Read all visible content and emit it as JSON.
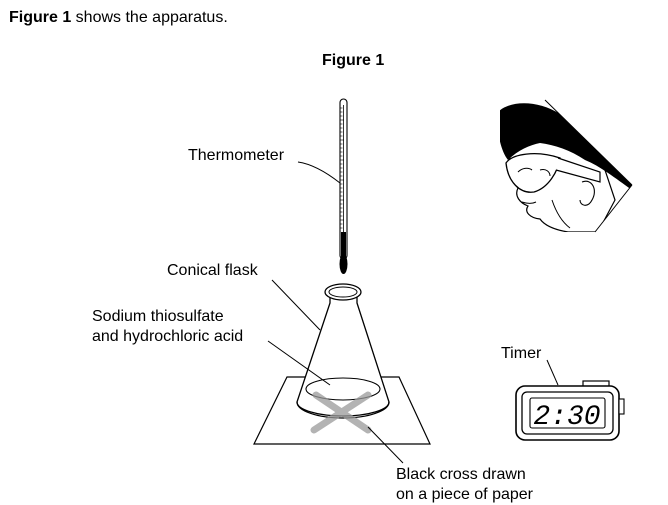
{
  "intro": {
    "bold": "Figure 1",
    "rest": " shows the apparatus."
  },
  "figure_title": "Figure 1",
  "labels": {
    "thermometer": "Thermometer",
    "conical_flask": "Conical flask",
    "solution_line1": "Sodium thiosulfate",
    "solution_line2": "and hydrochloric acid",
    "timer": "Timer",
    "cross_line1": "Black cross drawn",
    "cross_line2": "on a piece of paper"
  },
  "timer_display": "2:30"
}
